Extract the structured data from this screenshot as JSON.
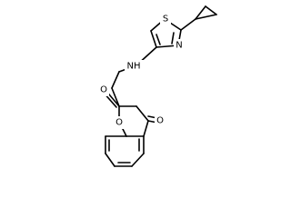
{
  "molecule": {
    "atoms": [
      {
        "id": "S1",
        "label": "S"
      },
      {
        "id": "N1",
        "label": "N"
      },
      {
        "id": "NH",
        "label": "NH"
      },
      {
        "id": "O1",
        "label": "O"
      },
      {
        "id": "O2",
        "label": "O"
      },
      {
        "id": "O3",
        "label": "O"
      }
    ]
  },
  "colors": {
    "bond": "#000000",
    "background": "#ffffff",
    "label": "#000000"
  }
}
